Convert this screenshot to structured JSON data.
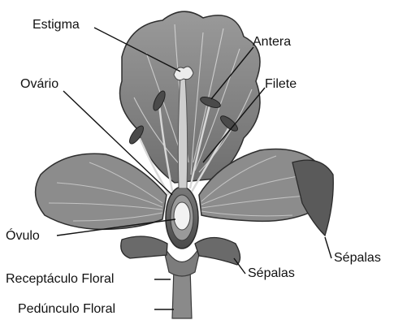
{
  "labels": {
    "estigma": "Estigma",
    "antera": "Antera",
    "ovario": "Ovário",
    "filete": "Filete",
    "ovulo": "Óvulo",
    "sepalas_right": "Sépalas",
    "sepalas_center": "Sépalas",
    "receptaculo": "Receptáculo Floral",
    "pedunculo": "Pedúnculo Floral"
  }
}
